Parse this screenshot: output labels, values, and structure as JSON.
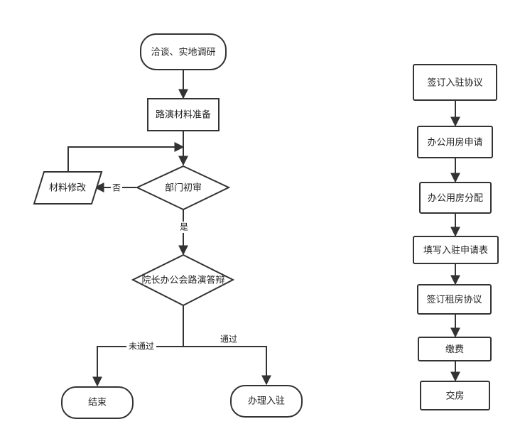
{
  "left_flow": {
    "start": "洽谈、实地调研",
    "prepare": "路演材料准备",
    "review": "部门初审",
    "revise": "材料修改",
    "defense": "院长办公会路演答辩",
    "end": "结束",
    "enter": "办理入驻",
    "label_no": "否",
    "label_yes": "是",
    "label_fail": "未通过",
    "label_pass": "通过"
  },
  "right_flow": {
    "steps": [
      "签订入驻协议",
      "办公用房申请",
      "办公用房分配",
      "填写入驻申请表",
      "签订租房协议",
      "缴费",
      "交房"
    ]
  }
}
